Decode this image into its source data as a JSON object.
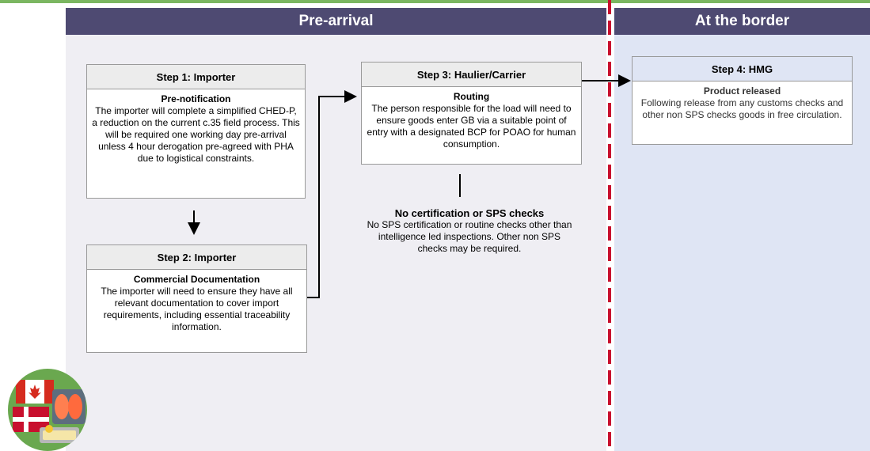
{
  "sections": {
    "pre_arrival": "Pre-arrival",
    "at_border": "At the border"
  },
  "steps": [
    {
      "title": "Step 1: Importer",
      "heading": "Pre-notification",
      "text": "The importer will complete a simplified CHED-P, a reduction on the current c.35 field process. This will be required one working day  pre-arrival unless 4 hour derogation pre-agreed with PHA due to logistical constraints."
    },
    {
      "title": "Step 2: Importer",
      "heading": "Commercial Documentation",
      "text": "The importer will need to ensure they have all relevant documentation to cover import requirements, including essential traceability information."
    },
    {
      "title": "Step 3: Haulier/Carrier",
      "heading": "Routing",
      "text": "The person responsible for the load will need to ensure goods enter GB via a suitable point of entry with a designated BCP for POAO for human consumption."
    },
    {
      "title": "Step 4: HMG",
      "heading": "Product released",
      "text": "Following release from any customs checks and other non  SPS checks goods in free circulation."
    }
  ],
  "notes": {
    "heading": "No certification or SPS checks",
    "text": "No SPS certification or routine checks other than intelligence led inspections. Other non SPS checks may be required."
  },
  "colors": {
    "header": "#4e4a72",
    "pre_arrival_bg": "#efeef3",
    "border_bg": "#dfe5f4",
    "divider": "#c8102e",
    "logo_circle": "#6aa84f"
  },
  "icons": [
    "canada-flag-icon",
    "denmark-flag-icon",
    "salmon-fillet-icon",
    "fish-tin-icon"
  ]
}
